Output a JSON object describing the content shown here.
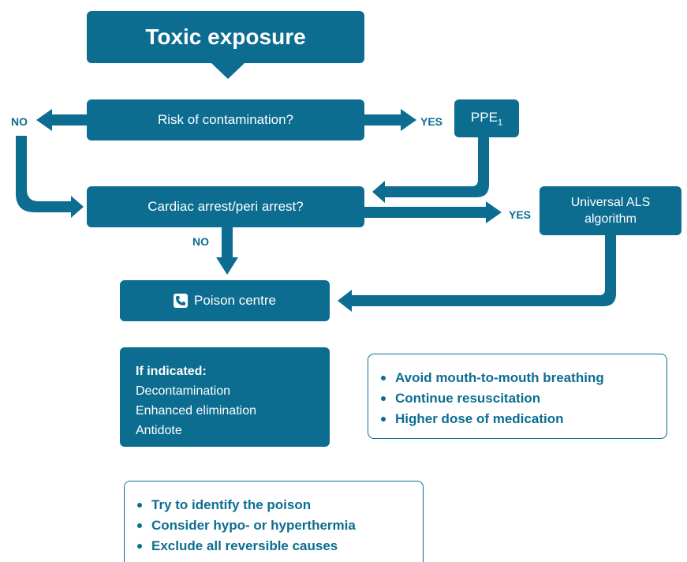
{
  "title": "Toxic exposure",
  "nodes": {
    "risk": "Risk of contamination?",
    "ppe": "PPE",
    "ppe_subscript": "1",
    "cardiac": "Cardiac arrest/peri arrest?",
    "als_line1": "Universal ALS",
    "als_line2": "algorithm",
    "poison": "Poison centre"
  },
  "labels": {
    "no_left": "NO",
    "yes_top": "YES",
    "yes_mid": "YES",
    "no_mid": "NO"
  },
  "indicated": {
    "header": "If indicated:",
    "items": [
      "Decontamination",
      "Enhanced elimination",
      "Antidote"
    ]
  },
  "note_right": {
    "items": [
      "Avoid mouth-to-mouth breathing",
      "Continue resuscitation",
      "Higher dose of medication"
    ]
  },
  "note_bottom": {
    "items": [
      "Try to identify the poison",
      "Consider hypo- or hyperthermia",
      "Exclude all reversible causes"
    ]
  },
  "colors": {
    "primary": "#0c6d91",
    "background": "#ffffff"
  },
  "icons": {
    "poison": "phone-icon"
  }
}
